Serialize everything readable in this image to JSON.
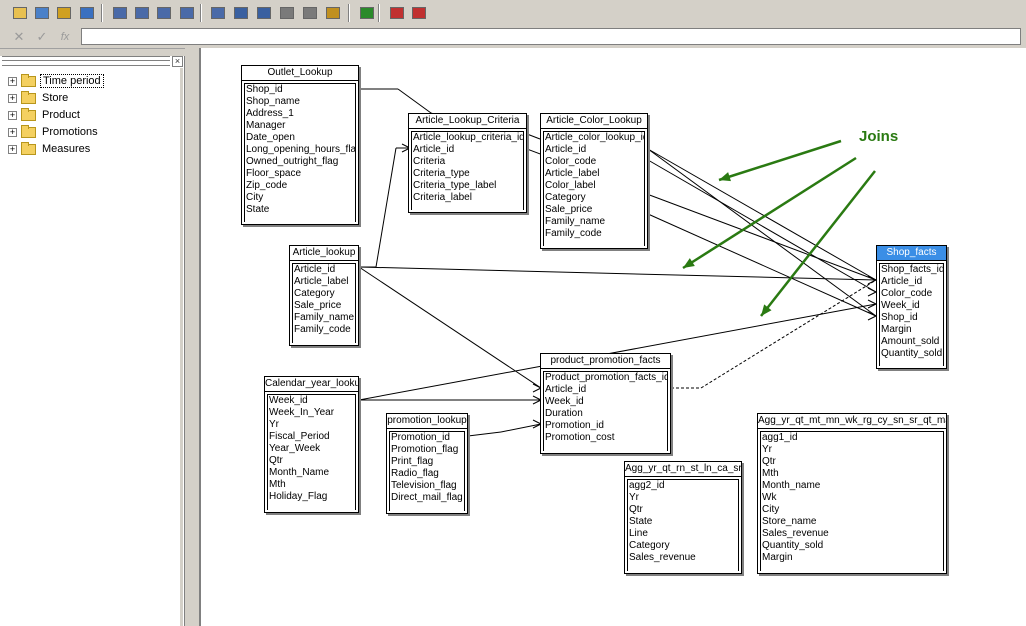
{
  "toolbar": {
    "icons": [
      "open-icon",
      "save-icon",
      "filter-icon",
      "refresh-icon",
      "table-icon",
      "join-icon",
      "context-icon",
      "hierarchy-icon",
      "derived-table-icon",
      "number-icon",
      "alias-icon",
      "properties-icon",
      "list-icon",
      "key-icon",
      "check-integrity-icon",
      "universe-icon",
      "export-icon"
    ]
  },
  "formula_bar": {
    "cancel_icon": "x-icon",
    "accept_icon": "checkmark-icon",
    "fx_label": "fx",
    "value": ""
  },
  "left_pane": {
    "tree": [
      {
        "label": "Time period",
        "selected": true
      },
      {
        "label": "Store",
        "selected": false
      },
      {
        "label": "Product",
        "selected": false
      },
      {
        "label": "Promotions",
        "selected": false
      },
      {
        "label": "Measures",
        "selected": false
      }
    ],
    "expander_symbol": "+",
    "close_symbol": "×"
  },
  "canvas": {
    "annotation_label": "Joins",
    "annotation_color": "#2a7a12",
    "selected_color": "#3a8ee6",
    "tables": [
      {
        "id": "outlet",
        "name": "Outlet_Lookup",
        "columns": [
          "Shop_id",
          "Shop_name",
          "Address_1",
          "Manager",
          "Date_open",
          "Long_opening_hours_flag",
          "Owned_outright_flag",
          "Floor_space",
          "Zip_code",
          "City",
          "State"
        ]
      },
      {
        "id": "criteria",
        "name": "Article_Lookup_Criteria",
        "columns": [
          "Article_lookup_criteria_id",
          "Article_id",
          "Criteria",
          "Criteria_type",
          "Criteria_type_label",
          "Criteria_label"
        ]
      },
      {
        "id": "color",
        "name": "Article_Color_Lookup",
        "columns": [
          "Article_color_lookup_id",
          "Article_id",
          "Color_code",
          "Article_label",
          "Color_label",
          "Category",
          "Sale_price",
          "Family_name",
          "Family_code"
        ]
      },
      {
        "id": "article",
        "name": "Article_lookup",
        "columns": [
          "Article_id",
          "Article_label",
          "Category",
          "Sale_price",
          "Family_name",
          "Family_code"
        ]
      },
      {
        "id": "shop",
        "name": "Shop_facts",
        "selected": true,
        "columns": [
          "Shop_facts_id",
          "Article_id",
          "Color_code",
          "Week_id",
          "Shop_id",
          "Margin",
          "Amount_sold",
          "Quantity_sold"
        ]
      },
      {
        "id": "calendar",
        "name": "Calendar_year_lookup",
        "columns": [
          "Week_id",
          "Week_In_Year",
          "Yr",
          "Fiscal_Period",
          "Year_Week",
          "Qtr",
          "Month_Name",
          "Mth",
          "Holiday_Flag"
        ]
      },
      {
        "id": "promo",
        "name": "promotion_lookup",
        "columns": [
          "Promotion_id",
          "Promotion_flag",
          "Print_flag",
          "Radio_flag",
          "Television_flag",
          "Direct_mail_flag"
        ]
      },
      {
        "id": "ppf",
        "name": "product_promotion_facts",
        "columns": [
          "Product_promotion_facts_id",
          "Article_id",
          "Week_id",
          "Duration",
          "Promotion_id",
          "Promotion_cost"
        ]
      },
      {
        "id": "agg2",
        "name": "Agg_yr_qt_rn_st_ln_ca_sr",
        "columns": [
          "agg2_id",
          "Yr",
          "Qtr",
          "State",
          "Line",
          "Category",
          "Sales_revenue"
        ]
      },
      {
        "id": "agg1",
        "name": "Agg_yr_qt_mt_mn_wk_rg_cy_sn_sr_qt_ma",
        "columns": [
          "agg1_id",
          "Yr",
          "Qtr",
          "Mth",
          "Month_name",
          "Wk",
          "City",
          "Store_name",
          "Sales_revenue",
          "Quantity_sold",
          "Margin"
        ]
      }
    ]
  }
}
